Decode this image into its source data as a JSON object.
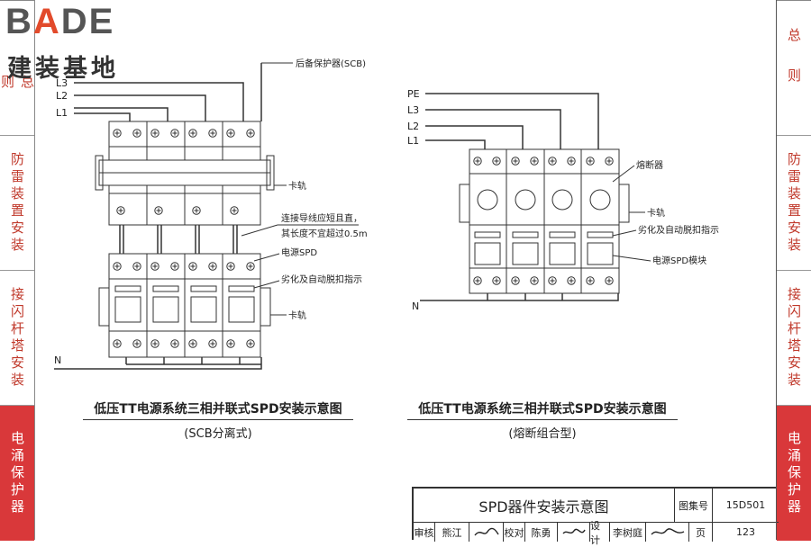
{
  "logo": {
    "line1_a": "B",
    "line1_accent": "A",
    "line1_b": "DE",
    "line2": "建装基地"
  },
  "left_sections": [
    {
      "label": "总则"
    },
    {
      "label": "防雷装置安装"
    },
    {
      "label": "接闪杆塔安装"
    },
    {
      "label": "电涌保护器"
    }
  ],
  "right_sections": [
    {
      "label": "总则"
    },
    {
      "label": "防雷装置安装"
    },
    {
      "label": "接闪杆塔安装"
    },
    {
      "label": "电涌保护器"
    }
  ],
  "diagram_left": {
    "wires": [
      "L3",
      "L2",
      "L1"
    ],
    "neutral": "N",
    "labels": {
      "scb": "后备保护器(SCB)",
      "rail_top": "卡轨",
      "wire_note_1": "连接导线应短且直，",
      "wire_note_2": "其长度不宜超过0.5m",
      "spd": "电源SPD",
      "indicator": "劣化及自动脱扣指示",
      "rail_bottom": "卡轨"
    },
    "caption_title": "低压TT电源系统三相并联式SPD安装示意图",
    "caption_sub": "(SCB分离式)"
  },
  "diagram_right": {
    "wires": [
      "PE",
      "L3",
      "L2",
      "L1"
    ],
    "neutral": "N",
    "labels": {
      "fuse": "熔断器",
      "rail": "卡轨",
      "indicator": "劣化及自动脱扣指示",
      "module": "电源SPD模块"
    },
    "caption_title": "低压TT电源系统三相并联式SPD安装示意图",
    "caption_sub": "(熔断组合型)"
  },
  "title_block": {
    "title": "SPD器件安装示意图",
    "atlas_label": "图集号",
    "atlas_no": "15D501",
    "review_label": "审核",
    "review_name": "熊江",
    "check_label": "校对",
    "check_name": "陈勇",
    "design_label": "设计",
    "design_name": "李树庭",
    "page_label": "页",
    "page_no": "123"
  }
}
